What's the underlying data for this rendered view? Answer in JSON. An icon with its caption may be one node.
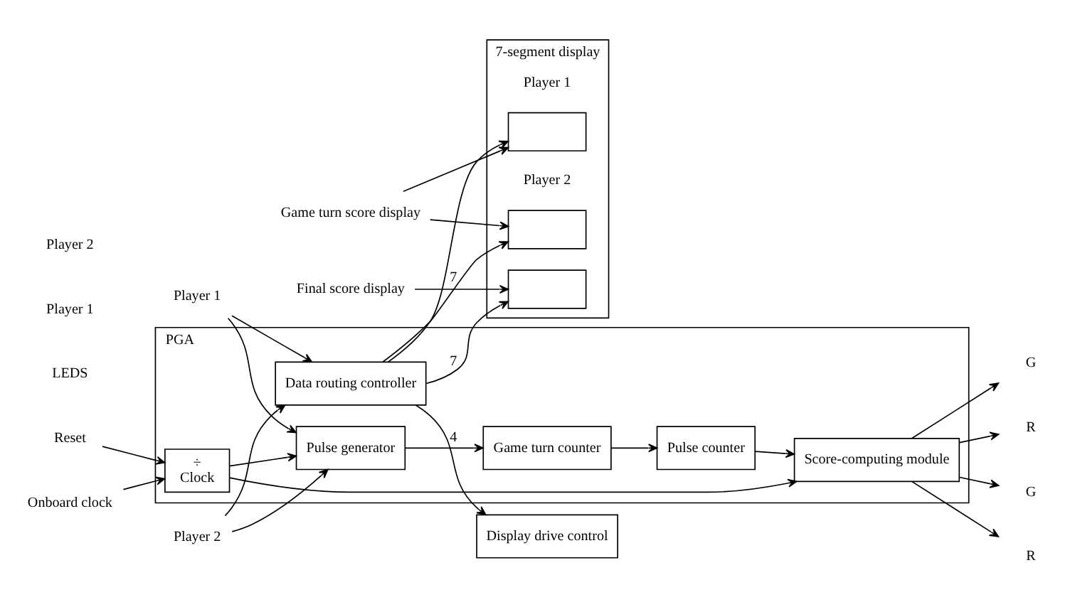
{
  "diagram": {
    "nodes": [
      {
        "text": [
          "PGA"
        ]
      },
      {
        "text": [
          "÷",
          "Clock"
        ],
        "in": 0
      },
      {
        "text": [
          "Score-computing module"
        ],
        "in": 0
      },
      {
        "text": [
          "Pulse generator"
        ],
        "in": 0
      },
      {
        "text": [
          "Pulse counter"
        ],
        "in": 0
      },
      {
        "text": [
          "Game turn counter"
        ],
        "in": 0
      },
      {
        "text": [
          "Data routing controller"
        ],
        "in": 0
      },
      {
        "text": [
          "7-segment display"
        ]
      },
      {
        "text": [],
        "shape": "box",
        "in": 7
      },
      {
        "text": [],
        "shape": "box",
        "in": 7,
        "beside": [
          "Player 1"
        ]
      },
      {
        "text": [],
        "shape": "box",
        "in": 7,
        "beside": [
          "Player 2"
        ]
      },
      {
        "text": [
          "Display drive control"
        ]
      },
      {
        "text": [
          "Reset"
        ]
      },
      {
        "text": [
          "Onboard clock"
        ]
      },
      {
        "text": [
          "Player 1"
        ]
      },
      {
        "text": [
          "Player 2"
        ]
      },
      {
        "text": [
          "G"
        ]
      },
      {
        "text": [
          "R"
        ]
      },
      {
        "text": [
          "G"
        ]
      },
      {
        "text": [
          "R"
        ]
      },
      {
        "text": [
          "Final score display"
        ]
      },
      {
        "text": [
          "Game turn score display"
        ]
      }
    ],
    "edges": [
      {
        "from": 12,
        "to": 1,
        "arrow": "to"
      },
      {
        "from": 13,
        "to": 1,
        "arrow": "to"
      },
      {
        "from": 1,
        "to": 2,
        "arrow": "to"
      },
      {
        "from": 1,
        "to": 3,
        "arrow": "to"
      },
      {
        "from": 14,
        "to": 3,
        "arrow": "to"
      },
      {
        "from": 15,
        "to": 3,
        "arrow": "to"
      },
      {
        "from": 3,
        "to": 5,
        "arrow": "to"
      },
      {
        "from": 5,
        "to": 4,
        "arrow": "to"
      },
      {
        "from": 4,
        "to": 2,
        "arrow": "to"
      },
      {
        "from": 2,
        "to": 16,
        "arrow": "to"
      },
      {
        "from": 2,
        "to": 17,
        "arrow": "to"
      },
      {
        "from": 2,
        "to": 18,
        "arrow": "to"
      },
      {
        "from": 2,
        "to": 19,
        "arrow": "to"
      },
      {
        "from": 14,
        "to": 6,
        "arrow": "to"
      },
      {
        "from": 15,
        "to": 6,
        "arrow": "to"
      },
      {
        "from": 6,
        "to": 8,
        "label": "7",
        "arrow": "to"
      },
      {
        "from": 6,
        "to": 9,
        "arrow": "to"
      },
      {
        "from": 6,
        "to": 10,
        "label": "7",
        "arrow": "to"
      },
      {
        "from": 6,
        "to": 11,
        "label": "4",
        "arrow": "to"
      },
      {
        "from": 20,
        "to": 8,
        "arrow": "to"
      },
      {
        "from": 21,
        "to": 9,
        "arrow": "to"
      },
      {
        "from": 21,
        "to": 10,
        "arrow": "to"
      }
    ],
    "labels": [
      "LEDS",
      "Player 1",
      "Player 2"
    ]
  }
}
